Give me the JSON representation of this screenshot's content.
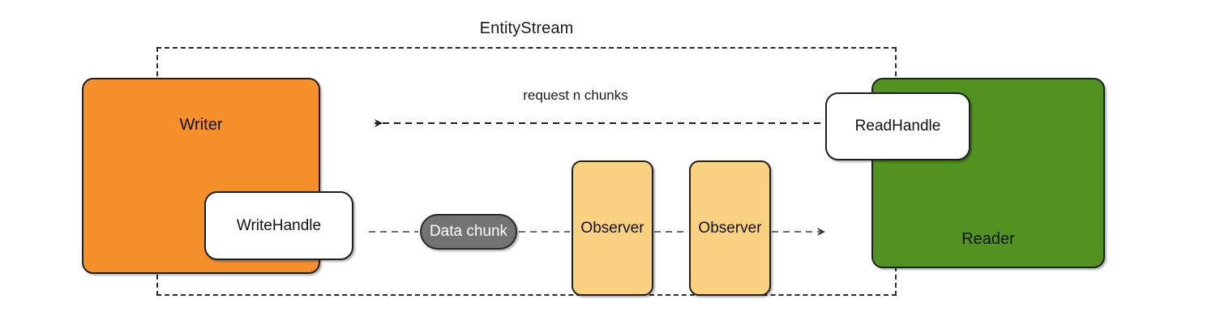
{
  "diagram": {
    "title": "EntityStream",
    "background": "#ffffff",
    "group": {
      "label": "EntityStream",
      "style": "dashed",
      "stroke": "#2b2b2b"
    },
    "nodes": {
      "writer": {
        "label": "Writer",
        "fill": "#f5902b",
        "text_color": "#111111"
      },
      "write_handle": {
        "label": "WriteHandle",
        "fill": "#ffffff",
        "text_color": "#111111"
      },
      "reader": {
        "label": "Reader",
        "fill": "#519220",
        "text_color": "#111111"
      },
      "read_handle": {
        "label": "ReadHandle",
        "fill": "#ffffff",
        "text_color": "#111111"
      },
      "data_chunk": {
        "label": "Data chunk",
        "fill": "#737373",
        "text_color": "#ffffff"
      },
      "observers": [
        {
          "label": "Observer",
          "fill": "#fad180",
          "text_color": "#111111"
        },
        {
          "label": "Observer",
          "fill": "#fad180",
          "text_color": "#111111"
        }
      ]
    },
    "edges": {
      "request": {
        "label": "request n chunks",
        "style": "dashed",
        "direction": "right-to-left",
        "from": "ReadHandle",
        "to": "Writer"
      },
      "data_flow": {
        "label": "",
        "style": "dashed",
        "direction": "left-to-right",
        "from": "WriteHandle",
        "to": "Reader"
      }
    }
  }
}
